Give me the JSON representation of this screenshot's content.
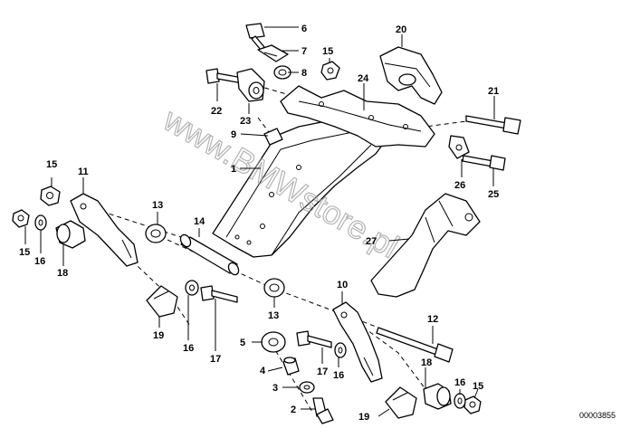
{
  "watermark": "www.BMWstore.pl",
  "reference_number": "00003855",
  "part_labels": [
    "1",
    "2",
    "3",
    "4",
    "5",
    "6",
    "7",
    "8",
    "9",
    "10",
    "11",
    "12",
    "13",
    "13",
    "14",
    "15",
    "15",
    "15",
    "15",
    "16",
    "16",
    "16",
    "16",
    "17",
    "17",
    "18",
    "18",
    "19",
    "19",
    "20",
    "21",
    "22",
    "23",
    "24",
    "25",
    "26",
    "27"
  ],
  "line_color": "#000000",
  "background_color": "#ffffff"
}
